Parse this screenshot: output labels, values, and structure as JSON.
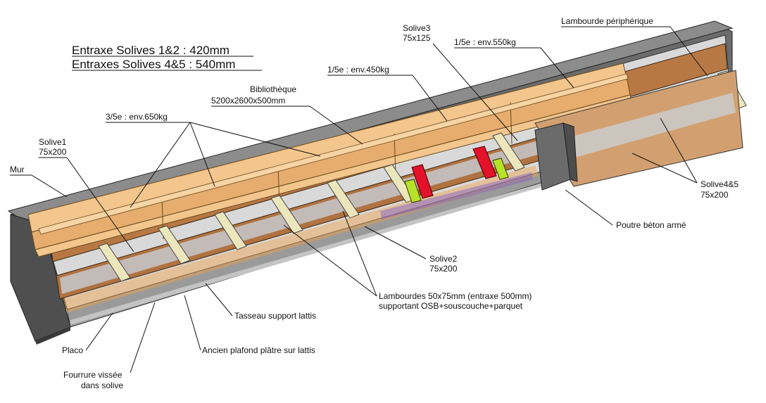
{
  "heading": {
    "line1": "Entraxe Solives 1&2 : 420mm",
    "line2": "Entraxes Solives 4&5 : 540mm"
  },
  "labels": {
    "lambourde_peripherique": "Lambourde périphérique",
    "solive3_name": "Solive3",
    "solive3_size": "75x125",
    "load_right": "1/5e :  env.550kg",
    "load_mid": "1/5e :  env.450kg",
    "bibliotheque_name": "Bibliothèque",
    "bibliotheque_size": "5200x2600x500mm",
    "load_left": "3/5e : env.650kg",
    "solive1_name": "Solive1",
    "solive1_size": "75x200",
    "mur": "Mur",
    "solive45_name": "Solive4&5",
    "solive45_size": "75x200",
    "poutre": "Poutre béton armé",
    "solive2_name": "Solive2",
    "solive2_size": "75x200",
    "lambourdes_line1": "Lambourdes 50x75mm (entraxe 500mm)",
    "lambourdes_line2": "supportant OSB+souscouche+parquet",
    "tasseau": "Tasseau support lattis",
    "placo": "Placo",
    "ancien_plafond": "Ancien plafond plâtre sur lattis",
    "fourrure_line1": "Fourrure vissée",
    "fourrure_line2": "dans solive"
  },
  "colors": {
    "wall": "#6f6f6f",
    "wall_top": "#8a8a8a",
    "joist": "#b97a46",
    "shelf": "#f2c48c",
    "lambourde": "#ece7c2",
    "plaster": "#c9d4e0",
    "red_block": "#e3122a",
    "green_block": "#b7e22a"
  }
}
